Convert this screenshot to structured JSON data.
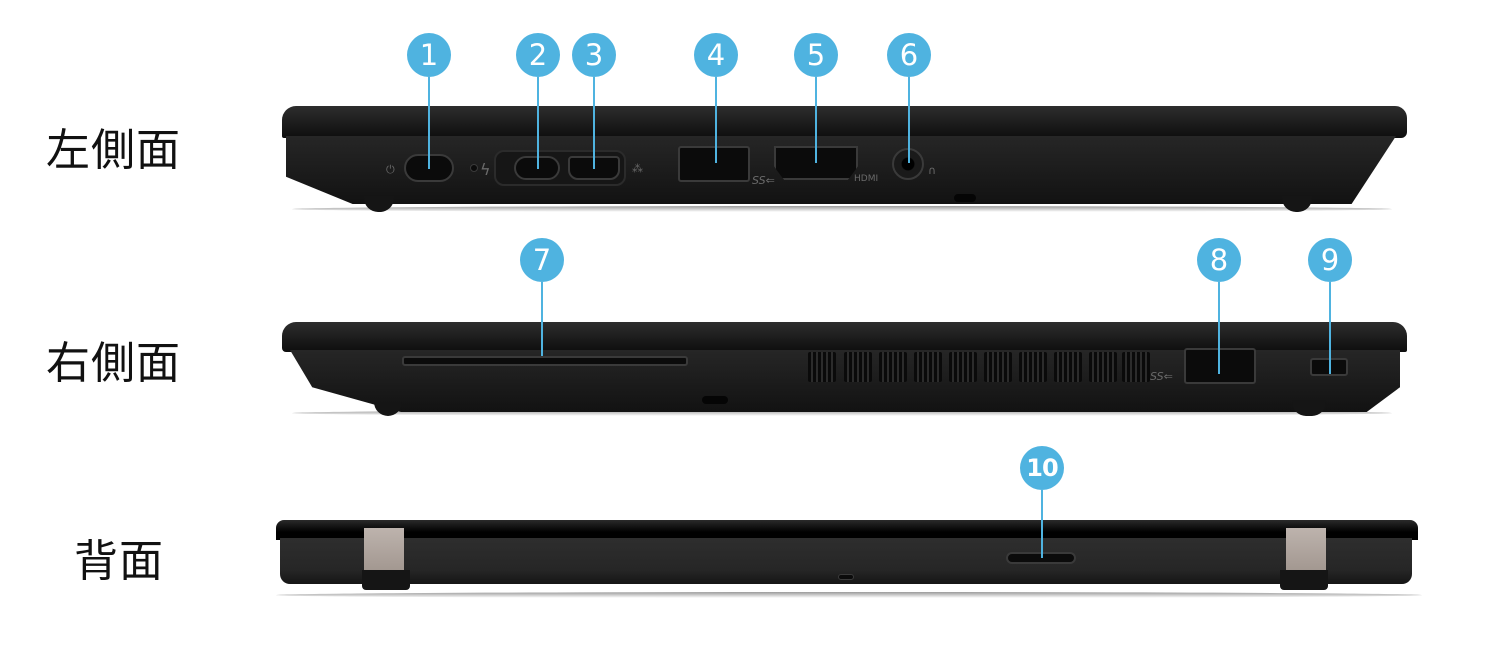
{
  "views": {
    "left": {
      "label": "左側面"
    },
    "right": {
      "label": "右側面"
    },
    "back": {
      "label": "背面"
    }
  },
  "callouts": [
    {
      "n": "1",
      "port": "USB Type-C (power)"
    },
    {
      "n": "2",
      "port": "USB Type-C / Thunderbolt 3"
    },
    {
      "n": "3",
      "port": "Ethernet extension connector"
    },
    {
      "n": "4",
      "port": "USB 3.1 Type-A"
    },
    {
      "n": "5",
      "port": "HDMI"
    },
    {
      "n": "6",
      "port": "Headphone / mic combo jack"
    },
    {
      "n": "7",
      "port": "Smart card reader"
    },
    {
      "n": "8",
      "port": "USB 3.1 Type-A (always-on)"
    },
    {
      "n": "9",
      "port": "Security lock slot"
    },
    {
      "n": "10",
      "port": "Nano SIM / microSD slot"
    }
  ],
  "port_marks": {
    "power": "⏻",
    "thunderbolt": "ϟ",
    "network": "⁂",
    "ss_usb": "SS⇐",
    "hdmi": "HDMI",
    "headset": "∩"
  },
  "colors": {
    "callout": "#4fb3e0",
    "body": "#1b1b1b",
    "hinge": "#b3a9a3"
  }
}
